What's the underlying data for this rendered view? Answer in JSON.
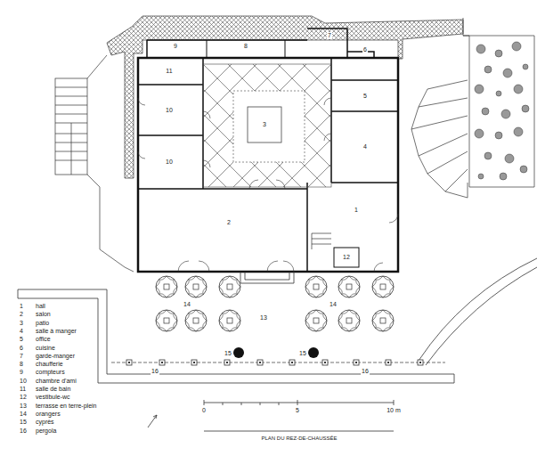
{
  "diagram": {
    "title": "PLAN DU REZ-DE-CHAUSSÉE",
    "labels": [
      "9",
      "8",
      "7",
      "6",
      "11",
      "10",
      "10",
      "3",
      "5",
      "4",
      "2",
      "1",
      "12",
      "14",
      "13",
      "14",
      "15",
      "15",
      "16",
      "16",
      "1",
      "hall",
      "2",
      "salon",
      "3",
      "patio",
      "4",
      "salle à manger",
      "5",
      "office",
      "6",
      "cuisine",
      "7",
      "garde-manger",
      "8",
      "chaufferie",
      "9",
      "compteurs",
      "10",
      "chambre d'ami",
      "11",
      "salle de bain",
      "12",
      "vestibule-wc",
      "13",
      "terrasse en terre-plein",
      "14",
      "orangers",
      "15",
      "cyprès",
      "16",
      "pergola",
      "0",
      "5",
      "10 m"
    ]
  }
}
